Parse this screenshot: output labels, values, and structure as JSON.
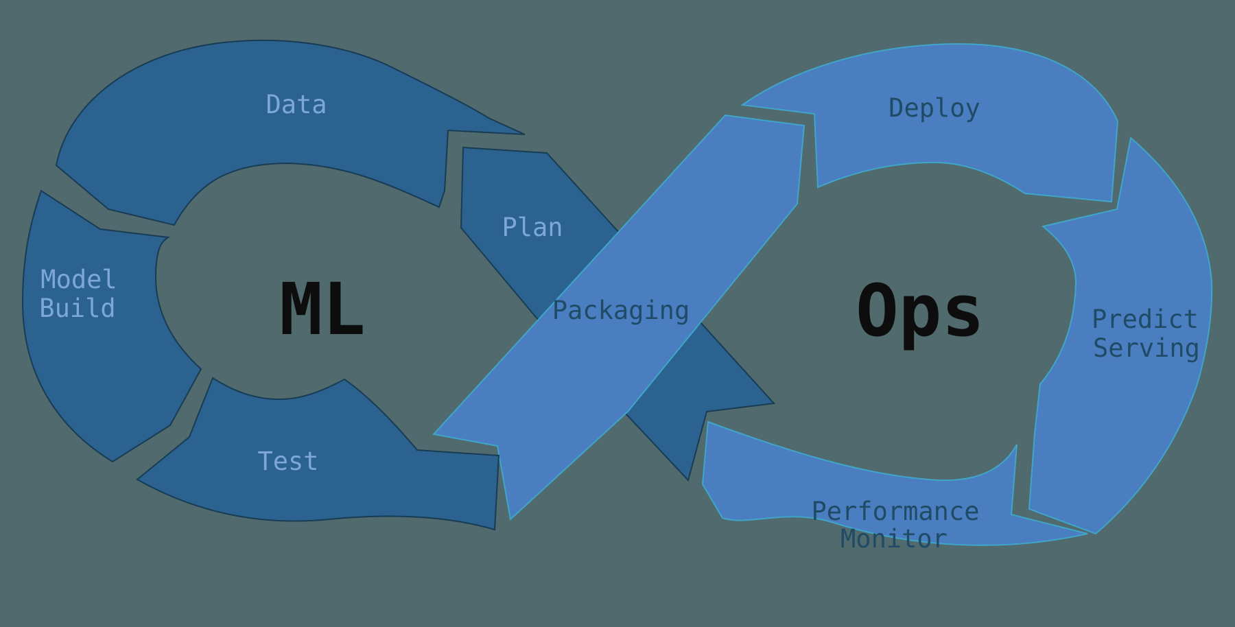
{
  "diagram": {
    "kind": "mlops-infinity-loop",
    "loops": {
      "ml": {
        "title": "ML",
        "stages": {
          "data": "Data",
          "plan": "Plan",
          "model_build": [
            "Model",
            "Build"
          ],
          "test": "Test"
        }
      },
      "ops": {
        "title": "Ops",
        "stages": {
          "deploy": "Deploy",
          "predict_serving": [
            "Predict",
            "Serving"
          ],
          "performance_monitor": [
            "Performance",
            "Monitor"
          ]
        }
      },
      "bridge": {
        "packaging": "Packaging"
      }
    },
    "colors": {
      "background": "#506a6d",
      "ml_loop_fill": "#2c6290",
      "ops_loop_fill": "#4a7ec0",
      "ml_label_text": "#7da7d9",
      "ops_label_text": "#1f4b66",
      "title_text": "#0d0d0d"
    }
  }
}
